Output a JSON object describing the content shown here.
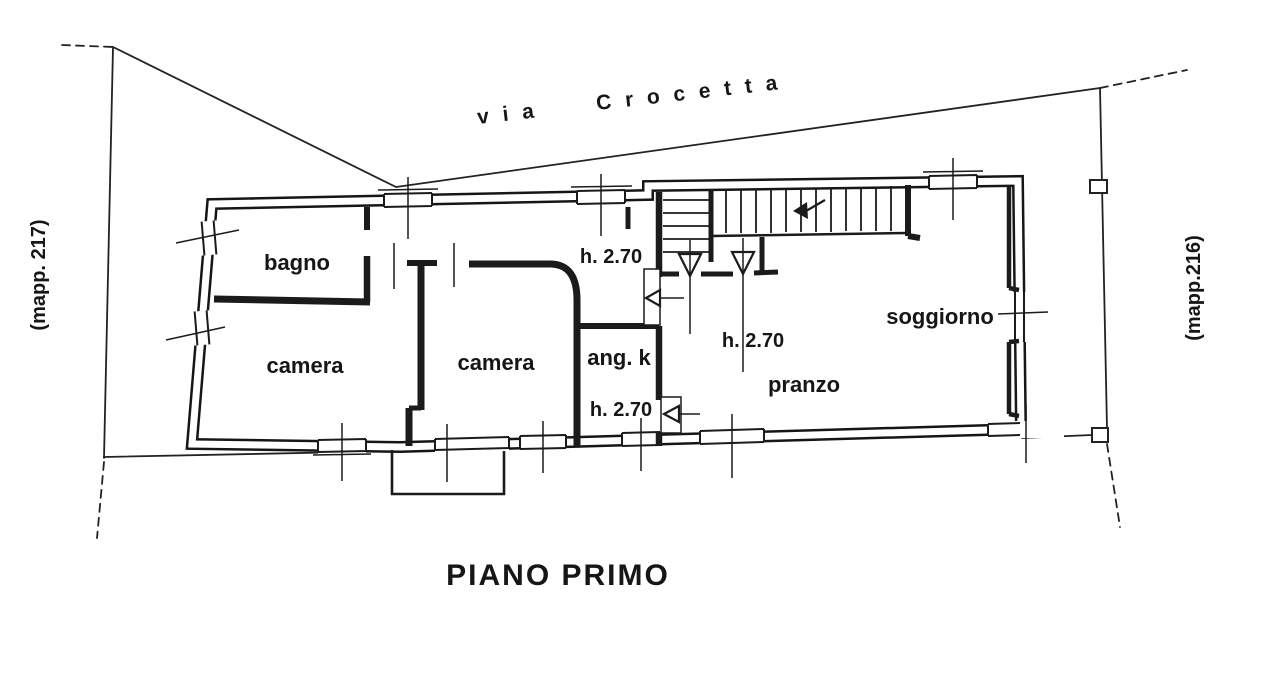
{
  "plan": {
    "title": "PIANO  PRIMO",
    "street": {
      "via": "v i a",
      "name": "C r o c e t t a"
    },
    "parcel_left": "(mapp. 217)",
    "parcel_right": "(mapp.216)",
    "rooms": {
      "bagno": "bagno",
      "camera_left": "camera",
      "camera_mid": "camera",
      "ang_k": "ang. k",
      "pranzo": "pranzo",
      "soggiorno": "soggiorno"
    },
    "heights": {
      "landing": "h. 2.70",
      "ang_k": "h. 2.70",
      "pranzo": "h. 2.70"
    }
  },
  "colors": {
    "ink": "#161616",
    "paper": "#ffffff"
  }
}
